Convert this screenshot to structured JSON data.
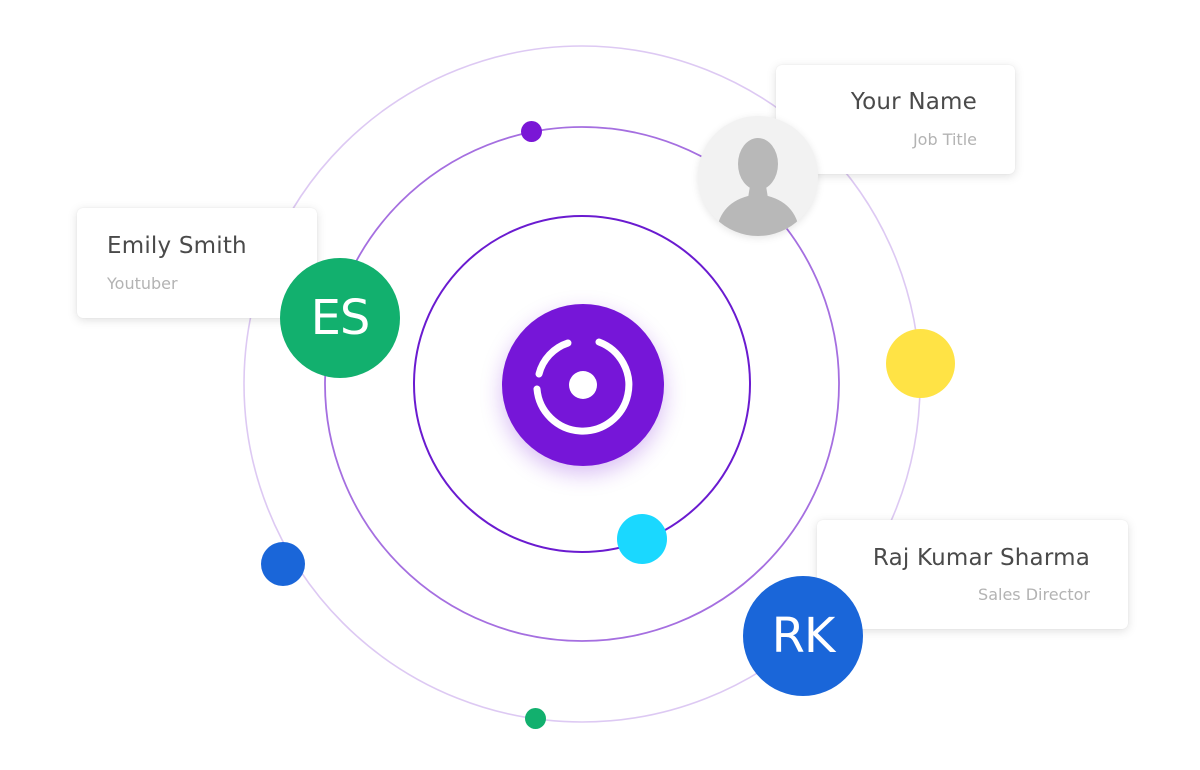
{
  "contacts": [
    {
      "name": "Your Name",
      "title": "Job Title",
      "avatar_icon": "user-silhouette-icon"
    },
    {
      "name": "Emily Smith",
      "title": "Youtuber",
      "initials": "ES",
      "color": "#12b06e"
    },
    {
      "name": "Raj Kumar Sharma",
      "title": "Sales Director",
      "initials": "RK",
      "color": "#1a66d9"
    }
  ],
  "hub": {
    "icon": "orbit-logo-icon",
    "color": "#7616d8"
  },
  "colors": {
    "inner_orbit": "#6a1bd0",
    "middle_orbit": "#a56fe0",
    "outer_orbit": "#ddc9f3",
    "dot_purple": "#7a16d6",
    "dot_yellow": "#ffe345",
    "dot_cyan": "#1ad8ff",
    "dot_blue": "#1a66d9",
    "dot_green": "#12b06e"
  }
}
